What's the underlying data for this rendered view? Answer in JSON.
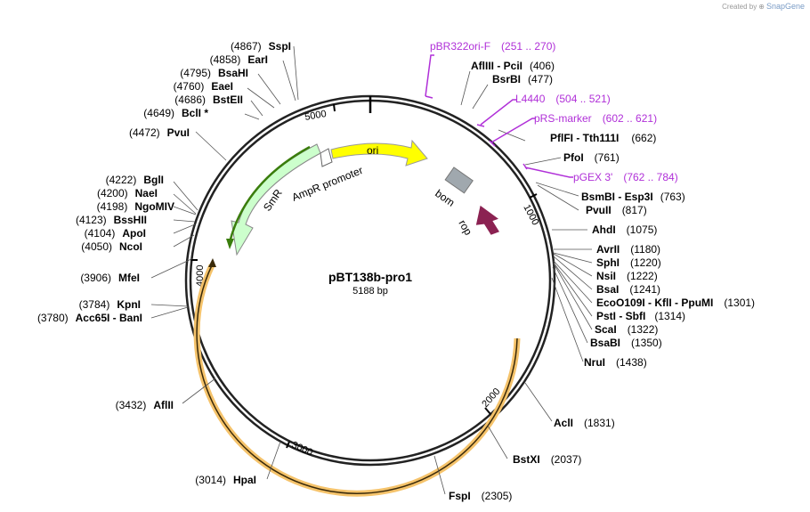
{
  "credit": {
    "created_by": "Created by",
    "brand": "SnapGene"
  },
  "plasmid": {
    "name": "pBT138b-pro1",
    "size_label": "5188 bp"
  },
  "ticks": [
    "1000",
    "2000",
    "3000",
    "4000",
    "5000"
  ],
  "features": {
    "ori": "ori",
    "ampr_promoter": "AmpR promoter",
    "smr": "SmR",
    "bom": "bom",
    "rop": "rop"
  },
  "primers": [
    {
      "name": "pBR322ori-F",
      "range": "(251 .. 270)"
    },
    {
      "name": "L4440",
      "range": "(504 .. 521)"
    },
    {
      "name": "pRS-marker",
      "range": "(602 .. 621)"
    },
    {
      "name": "pGEX 3'",
      "range": "(762 .. 784)"
    }
  ],
  "sites_right": [
    {
      "name": "AflIII  - PciI",
      "pos": "(406)"
    },
    {
      "name": "BsrBI",
      "pos": "(477)"
    },
    {
      "name": "PflFI  - Tth111I",
      "pos": "(662)"
    },
    {
      "name": "PfoI",
      "pos": "(761)"
    },
    {
      "name": "BsmBI  - Esp3I",
      "pos": "(763)"
    },
    {
      "name": "PvuII",
      "pos": "(817)"
    },
    {
      "name": "AhdI",
      "pos": "(1075)"
    },
    {
      "name": "AvrII",
      "pos": "(1180)"
    },
    {
      "name": "SphI",
      "pos": "(1220)"
    },
    {
      "name": "NsiI",
      "pos": "(1222)"
    },
    {
      "name": "BsaI",
      "pos": "(1241)"
    },
    {
      "name": "EcoO109I  - KflI  - PpuMI",
      "pos": "(1301)"
    },
    {
      "name": "PstI  - SbfI",
      "pos": "(1314)"
    },
    {
      "name": "ScaI",
      "pos": "(1322)"
    },
    {
      "name": "BsaBI",
      "pos": "(1350)"
    },
    {
      "name": "NruI",
      "pos": "(1438)"
    },
    {
      "name": "AclI",
      "pos": "(1831)"
    },
    {
      "name": "BstXI",
      "pos": "(2037)"
    },
    {
      "name": "FspI",
      "pos": "(2305)"
    }
  ],
  "sites_left": [
    {
      "name": "SspI",
      "pos": "(4867)"
    },
    {
      "name": "EarI",
      "pos": "(4858)"
    },
    {
      "name": "BsaHI",
      "pos": "(4795)"
    },
    {
      "name": "EaeI",
      "pos": "(4760)"
    },
    {
      "name": "BstEII",
      "pos": "(4686)"
    },
    {
      "name": "BclI *",
      "pos": "(4649)"
    },
    {
      "name": "PvuI",
      "pos": "(4472)"
    },
    {
      "name": "BglI",
      "pos": "(4222)"
    },
    {
      "name": "NaeI",
      "pos": "(4200)"
    },
    {
      "name": "NgoMIV",
      "pos": "(4198)"
    },
    {
      "name": "BssHII",
      "pos": "(4123)"
    },
    {
      "name": "ApoI",
      "pos": "(4104)"
    },
    {
      "name": "NcoI",
      "pos": "(4050)"
    },
    {
      "name": "MfeI",
      "pos": "(3906)"
    },
    {
      "name": "KpnI",
      "pos": "(3784)"
    },
    {
      "name": "Acc65I  - BanI",
      "pos": "(3780)"
    },
    {
      "name": "AflII",
      "pos": "(3432)"
    },
    {
      "name": "HpaI",
      "pos": "(3014)"
    }
  ],
  "colors": {
    "ori": "#ffff00",
    "smr": "#ccffcc",
    "smr_line": "#3a7d0c",
    "bom": "#a0a8ae",
    "rop": "#8b2252",
    "orange_orf": "#f5c36b",
    "primer": "#b030d8"
  }
}
